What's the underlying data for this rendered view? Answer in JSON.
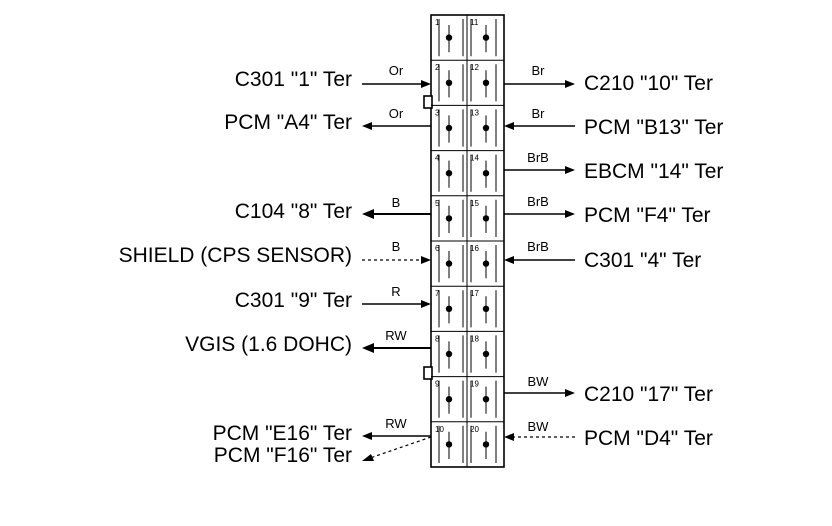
{
  "connector": {
    "left_pins": [
      "1",
      "2",
      "3",
      "4",
      "5",
      "6",
      "7",
      "8",
      "9",
      "10"
    ],
    "right_pins": [
      "11",
      "12",
      "13",
      "14",
      "15",
      "16",
      "17",
      "18",
      "19",
      "20"
    ]
  },
  "left_connections": [
    {
      "label": "C301 \"1\" Ter",
      "wire": "Or"
    },
    {
      "label": "PCM \"A4\" Ter",
      "wire": "Or"
    },
    {
      "label": "C104 \"8\" Ter",
      "wire": "B"
    },
    {
      "label": "SHIELD (CPS SENSOR)",
      "wire": "B"
    },
    {
      "label": "C301 \"9\" Ter",
      "wire": "R"
    },
    {
      "label": "VGIS (1.6 DOHC)",
      "wire": "RW"
    },
    {
      "label": "PCM \"E16\" Ter",
      "wire": "RW"
    },
    {
      "label": "PCM \"F16\" Ter",
      "wire": ""
    }
  ],
  "right_connections": [
    {
      "label": "C210 \"10\" Ter",
      "wire": "Br"
    },
    {
      "label": "PCM \"B13\" Ter",
      "wire": "Br"
    },
    {
      "label": "EBCM \"14\" Ter",
      "wire": "BrB"
    },
    {
      "label": "PCM \"F4\" Ter",
      "wire": "BrB"
    },
    {
      "label": "C301 \"4\" Ter",
      "wire": "BrB"
    },
    {
      "label": "C210 \"17\" Ter",
      "wire": "BW"
    },
    {
      "label": "PCM \"D4\" Ter",
      "wire": "BW"
    }
  ]
}
